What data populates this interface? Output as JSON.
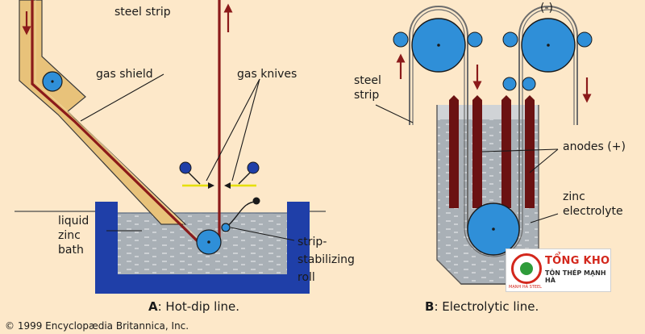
{
  "colors": {
    "background": "#fde8c9",
    "tank_blue": "#1f3fa8",
    "liquid": "#a9b0b6",
    "roller_blue": "#2f8fd8",
    "strip_red": "#8b1a1a",
    "anode_dark_red": "#6b1212",
    "shield_tan": "#e8c27a",
    "knife_yellow": "#e6e000"
  },
  "diagram_a": {
    "labels": {
      "steel_strip": "steel strip",
      "gas_shield": "gas shield",
      "gas_knives": "gas knives",
      "liquid_zinc_bath_1": "liquid",
      "liquid_zinc_bath_2": "zinc",
      "liquid_zinc_bath_3": "bath",
      "strip_stabilizing_roll_1": "strip-",
      "strip_stabilizing_roll_2": "stabilizing",
      "strip_stabilizing_roll_3": "roll"
    },
    "caption_letter": "A",
    "caption_text": ": Hot-dip line."
  },
  "diagram_b": {
    "labels": {
      "minus": "(-)",
      "steel_strip_1": "steel",
      "steel_strip_2": "strip",
      "anodes": "anodes (+)",
      "zinc_electrolyte_1": "zinc",
      "zinc_electrolyte_2": "electrolyte"
    },
    "caption_letter": "B",
    "caption_text": ": Electrolytic line."
  },
  "copyright": "© 1999 Encyclopædia Britannica, Inc.",
  "logo": {
    "brand": "TỔNG KHO",
    "subtitle": "TÔN THÉP MẠNH HÀ",
    "small_text": "MẠNH HÀ STEEL"
  }
}
